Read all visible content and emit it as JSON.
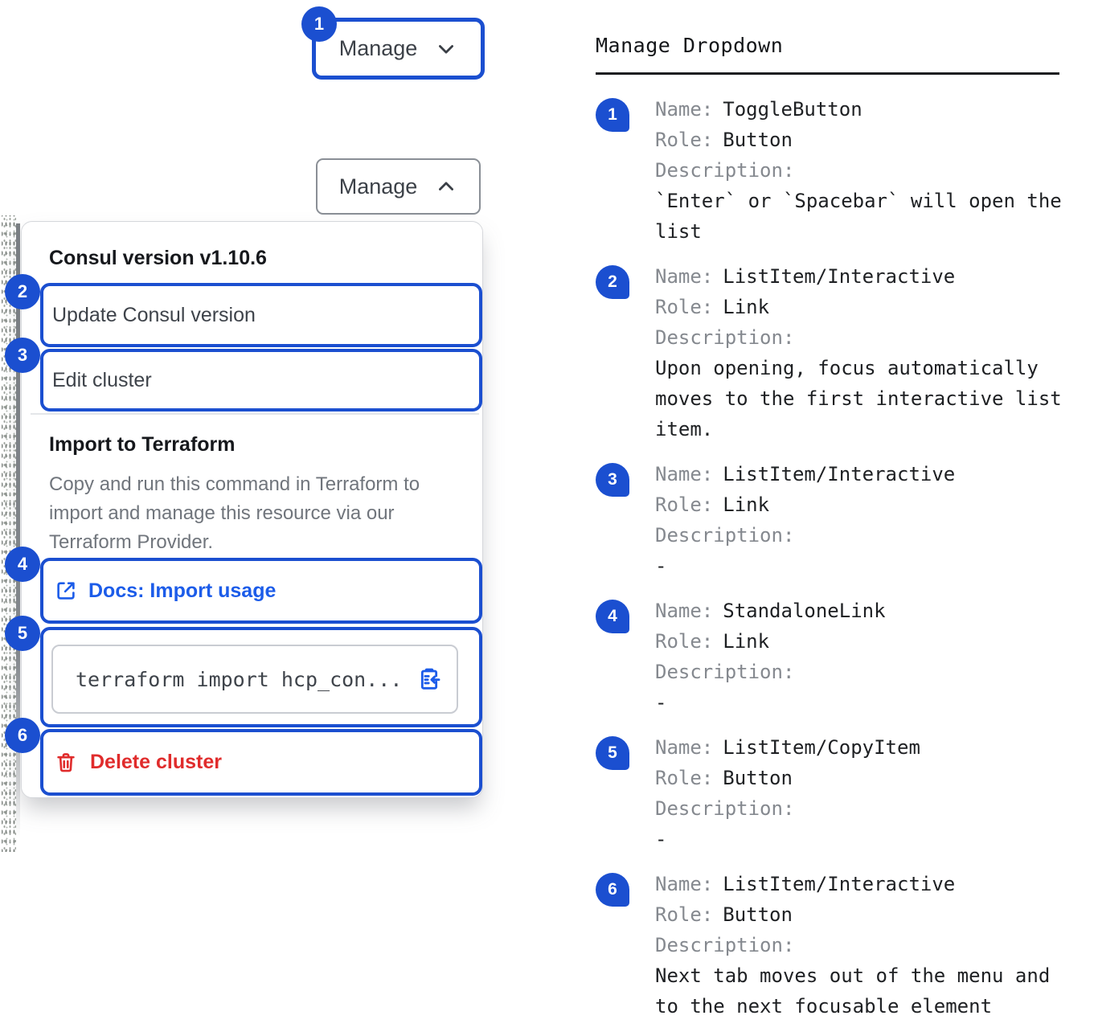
{
  "colors": {
    "accent_blue": "#1B4FD0",
    "link_blue": "#1C5CE9",
    "danger_red": "#E02C2C",
    "text_dark": "#16181C",
    "text_gray": "#70757C",
    "label_gray": "#85898F",
    "panel_border": "#D5D7DB"
  },
  "annotations": {
    "badges": [
      "1",
      "2",
      "3",
      "4",
      "5",
      "6"
    ]
  },
  "left": {
    "toggle_collapsed": {
      "label": "Manage",
      "chevron": "chevron-down"
    },
    "toggle_expanded": {
      "label": "Manage",
      "chevron": "chevron-up"
    },
    "dropdown": {
      "version_label": "Consul version v1.10.6",
      "update_item": "Update Consul version",
      "edit_item": "Edit cluster",
      "import_title": "Import to Terraform",
      "import_description": "Copy and run this command in Terraform to import and manage this resource via our Terraform Provider.",
      "docs_link": "Docs: Import usage",
      "code_snippet": "terraform import hcp_con...",
      "delete_item": "Delete cluster"
    }
  },
  "right": {
    "heading": "Manage Dropdown",
    "labels": {
      "name": "Name:",
      "role": "Role:",
      "description": "Description:"
    },
    "items": [
      {
        "num": "1",
        "name": "ToggleButton",
        "role": "Button",
        "description": "`Enter` or `Spacebar` will open the list"
      },
      {
        "num": "2",
        "name": "ListItem/Interactive",
        "role": "Link",
        "description": "Upon opening, focus automatically moves to the first interactive list item."
      },
      {
        "num": "3",
        "name": "ListItem/Interactive",
        "role": "Link",
        "description": "-"
      },
      {
        "num": "4",
        "name": "StandaloneLink",
        "role": "Link",
        "description": "-"
      },
      {
        "num": "5",
        "name": "ListItem/CopyItem",
        "role": "Button",
        "description": "-"
      },
      {
        "num": "6",
        "name": "ListItem/Interactive",
        "role": "Button",
        "description": "Next tab moves out of the menu and to the next focusable element"
      }
    ]
  }
}
